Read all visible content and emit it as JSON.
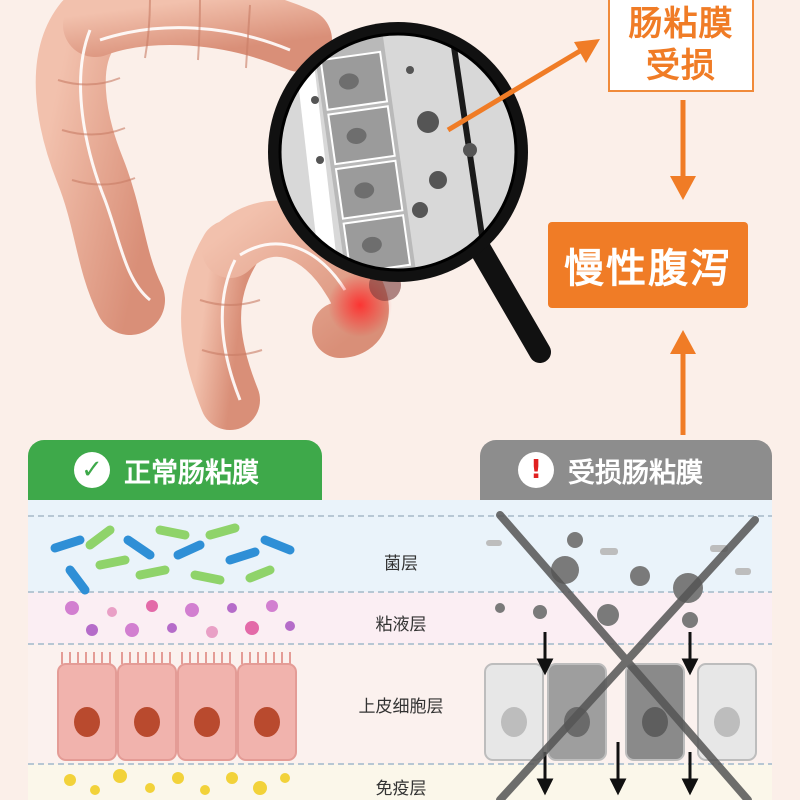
{
  "callout": {
    "damage_line1": "肠粘膜",
    "damage_line2": "受损",
    "result": "慢性腹泻"
  },
  "tabs": {
    "normal": {
      "label": "正常肠粘膜",
      "icon": "check-icon"
    },
    "damaged": {
      "label": "受损肠粘膜",
      "icon": "warning-icon"
    }
  },
  "layers": [
    {
      "label": "菌层"
    },
    {
      "label": "粘液层"
    },
    {
      "label": "上皮细胞层"
    },
    {
      "label": "免疫层"
    }
  ],
  "colors": {
    "accent": "#f07c26",
    "normal_green": "#3ea94a",
    "damaged_gray": "#8d8d8d",
    "warning_red": "#e02020"
  }
}
